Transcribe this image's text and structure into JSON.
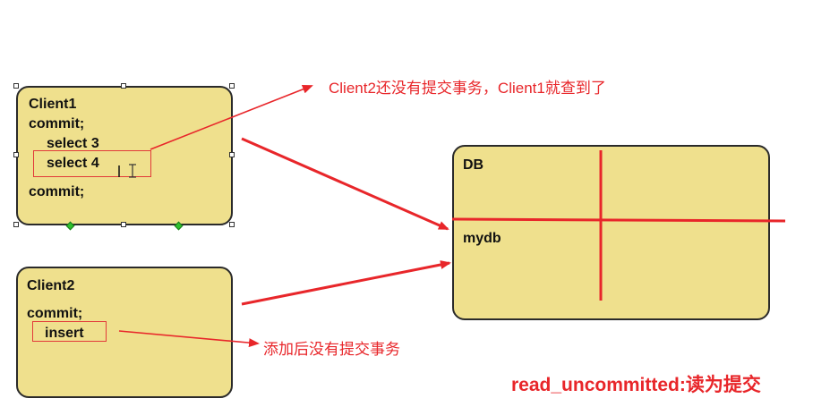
{
  "client1": {
    "title": "Client1",
    "line_commit_1": "commit;",
    "line_select_1": "select   3",
    "line_select_2": "select   4",
    "line_commit_2": "commit;"
  },
  "client2": {
    "title": "Client2",
    "line_commit": "commit;",
    "line_insert": "insert"
  },
  "db": {
    "title": "DB",
    "schema": "mydb"
  },
  "annotations": {
    "top_note": "Client2还没有提交事务，Client1就查到了",
    "insert_note": "添加后没有提交事务",
    "isolation_label": "read_uncommitted:读为提交"
  },
  "colors": {
    "box_fill": "#efe08d",
    "arrow_red": "#e8262a",
    "selection_handle_green": "#2ec12e"
  }
}
